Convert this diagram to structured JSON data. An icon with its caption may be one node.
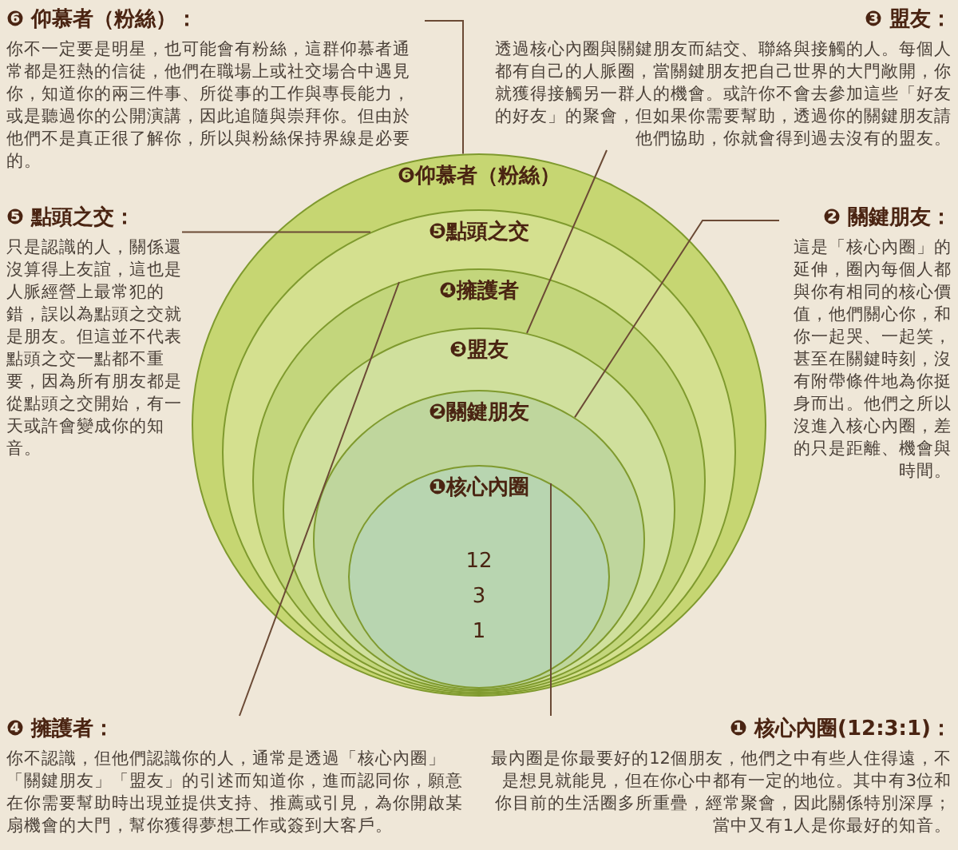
{
  "diagram": {
    "nodes": [
      {
        "text": [
          "❻仰慕者（粉絲）"
        ]
      },
      {
        "text": [
          "❺點頭之交"
        ],
        "in": 0
      },
      {
        "text": [
          "❹擁護者"
        ],
        "in": 1
      },
      {
        "text": [
          "❸盟友"
        ],
        "in": 2
      },
      {
        "text": [
          "❷關鍵朋友"
        ],
        "in": 3
      },
      {
        "text": [
          "❶核心內圈",
          "12",
          "3",
          "1"
        ],
        "in": 4
      },
      {
        "text": [
          "❻ 仰慕者（粉絲）：",
          "你不一定要是明星，也可能會有粉絲，這群仰慕者通常都是狂熱的信徒，他們在職場上或社交場合中遇見你，知道你的兩三件事、所從事的工作與專長能力，或是聽過你的公開演講，因此追隨與崇拜你。但由於他們不是真正很了解你，所以與粉絲保持界線是必要的。"
        ]
      },
      {
        "text": [
          "❸ 盟友：",
          "透過核心內圈與關鍵朋友而結交、聯絡與接觸的人。每個人都有自己的人脈圈，當關鍵朋友把自己世界的大門敞開，你就獲得接觸另一群人的機會。或許你不會去參加這些「好友的好友」的聚會，但如果你需要幫助，透過你的關鍵朋友請他們協助，你就會得到過去沒有的盟友。"
        ]
      },
      {
        "text": [
          "❺ 點頭之交：",
          "只是認識的人，關係還沒算得上友誼，這也是人脈經營上最常犯的錯，誤以為點頭之交就是朋友。但這並不代表點頭之交一點都不重要，因為所有朋友都是從點頭之交開始，有一天或許會變成你的知音。"
        ]
      },
      {
        "text": [
          "❷ 關鍵朋友：",
          "這是「核心內圈」的延伸，圈內每個人都與你有相同的核心價值，他們關心你，和你一起哭、一起笑，甚至在關鍵時刻，沒有附帶條件地為你挺身而出。他們之所以沒進入核心內圈，差的只是距離、機會與時間。"
        ]
      },
      {
        "text": [
          "❹ 擁護者：",
          "你不認識，但他們認識你的人，通常是透過「核心內圈」「關鍵朋友」「盟友」的引述而知道你，進而認同你，願意在你需要幫助時出現並提供支持、推薦或引見，為你開啟某扇機會的大門，幫你獲得夢想工作或簽到大客戶。"
        ]
      },
      {
        "text": [
          "❶ 核心內圈(12:3:1)：",
          "最內圈是你最要好的12個朋友，他們之中有些人住得遠，不是想見就能見，但在你心中都有一定的地位。其中有3位和你目前的生活圈多所重疊，經常聚會，因此關係特別深厚；當中又有1人是你最好的知音。"
        ]
      }
    ],
    "edges": [
      {
        "from": 6,
        "to": 0,
        "arrow": "none"
      },
      {
        "from": 7,
        "to": 3,
        "arrow": "none"
      },
      {
        "from": 8,
        "to": 1,
        "arrow": "none"
      },
      {
        "from": 9,
        "to": 4,
        "arrow": "none"
      },
      {
        "from": 10,
        "to": 2,
        "arrow": "none"
      },
      {
        "from": 11,
        "to": 5,
        "arrow": "none"
      }
    ]
  }
}
